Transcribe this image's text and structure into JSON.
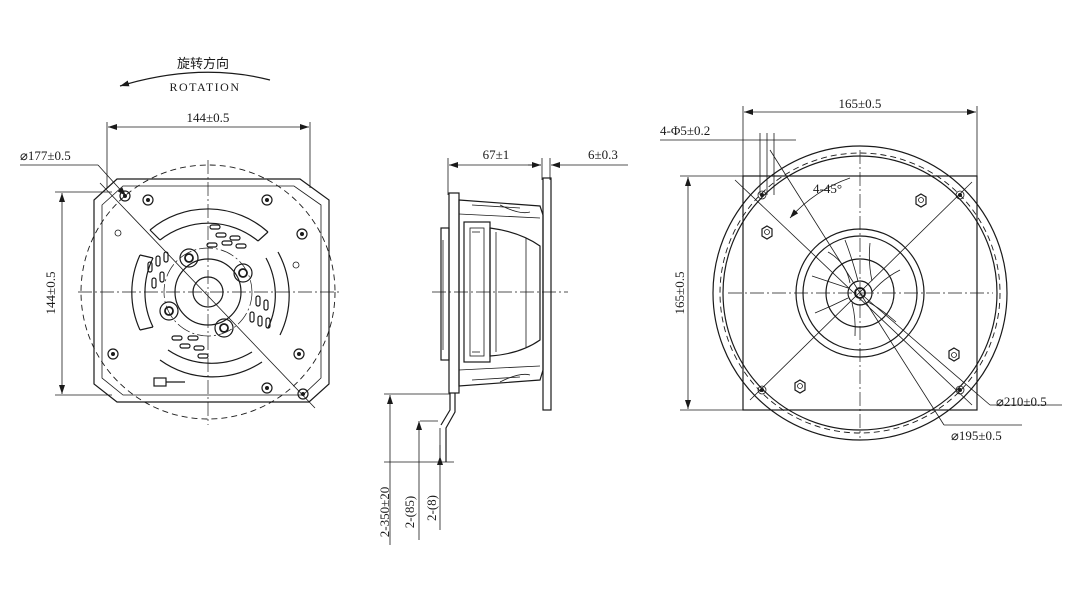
{
  "front_view": {
    "rotation_cn": "旋转方向",
    "rotation_en": "ROTATION",
    "dim_width": "144±0.5",
    "dim_height": "144±0.5",
    "dim_diameter": "⌀177±0.5"
  },
  "side_view": {
    "dim_depth": "67±1",
    "dim_flange": "6±0.3",
    "lead_total": "2-350±20",
    "lead_strip": "2-(85)",
    "lead_tip": "2-(8)"
  },
  "rear_view": {
    "dim_width": "165±0.5",
    "dim_height": "165±0.5",
    "holes": "4-Φ5±0.2",
    "hole_angle": "4-45°",
    "dim_outer": "⌀210±0.5",
    "dim_inner": "⌀195±0.5"
  }
}
